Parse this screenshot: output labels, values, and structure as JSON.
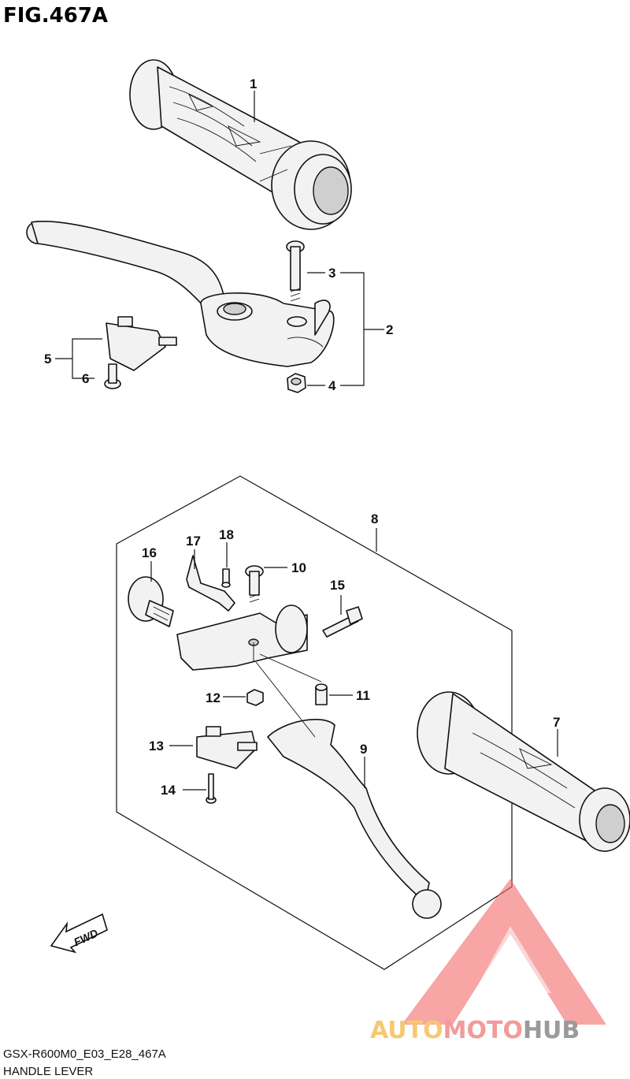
{
  "figure": {
    "title": "FIG.467A",
    "model_code": "GSX-R600M0_E03_E28_467A",
    "section_name": "HANDLE LEVER"
  },
  "callouts": [
    {
      "id": "1",
      "label": "1"
    },
    {
      "id": "2",
      "label": "2"
    },
    {
      "id": "3",
      "label": "3"
    },
    {
      "id": "4",
      "label": "4"
    },
    {
      "id": "5",
      "label": "5"
    },
    {
      "id": "6",
      "label": "6"
    },
    {
      "id": "7",
      "label": "7"
    },
    {
      "id": "8",
      "label": "8"
    },
    {
      "id": "9",
      "label": "9"
    },
    {
      "id": "10",
      "label": "10"
    },
    {
      "id": "11",
      "label": "11"
    },
    {
      "id": "12",
      "label": "12"
    },
    {
      "id": "13",
      "label": "13"
    },
    {
      "id": "14",
      "label": "14"
    },
    {
      "id": "15",
      "label": "15"
    },
    {
      "id": "16",
      "label": "16"
    },
    {
      "id": "17",
      "label": "17"
    },
    {
      "id": "18",
      "label": "18"
    }
  ],
  "direction_arrow": {
    "label": "FWD"
  },
  "watermark": {
    "part_a": "AUTO",
    "part_b": "MOTO",
    "part_c": "HUB",
    "color_a": "#f7c873",
    "color_b": "#f39a9a",
    "color_c": "#9a9a9a",
    "triangle_color": "#f26b6b"
  }
}
